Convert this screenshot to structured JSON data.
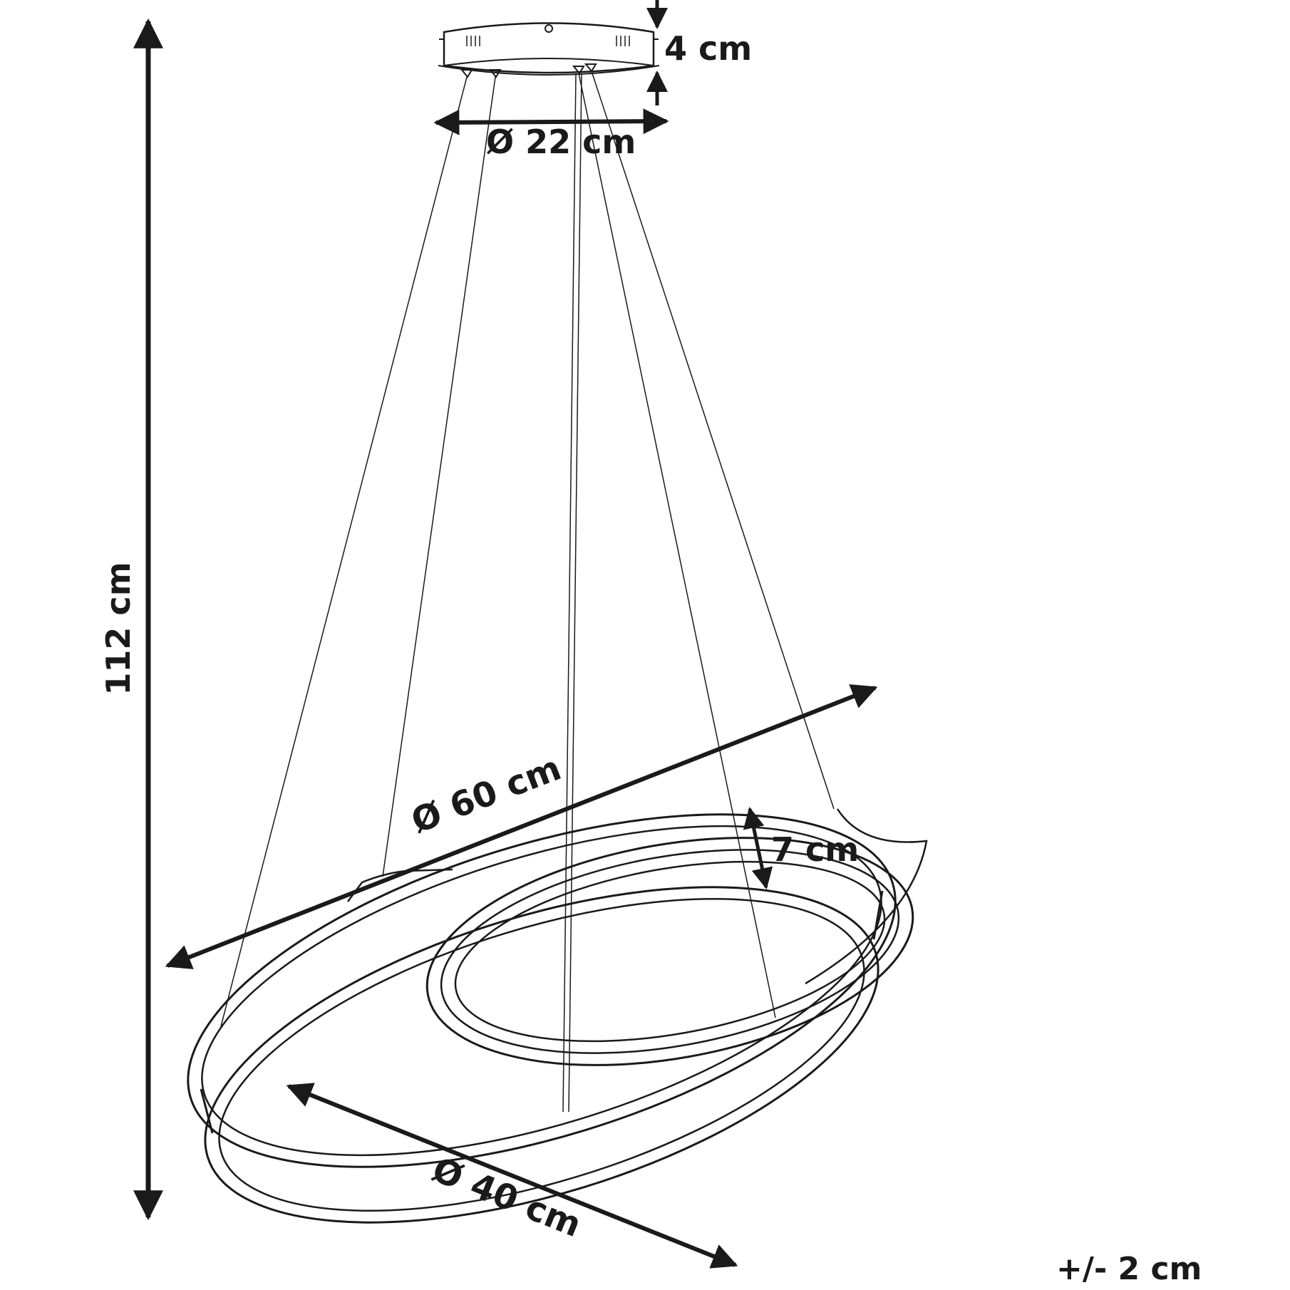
{
  "labels": {
    "height_total": "112 cm",
    "canopy_height": "4 cm",
    "canopy_diameter": "Ø 22 cm",
    "outer_ring_diameter": "Ø 60 cm",
    "ring_depth": "7 cm",
    "inner_ring_diameter": "Ø 40 cm",
    "tolerance": "+/- 2 cm"
  },
  "colors": {
    "line": "#1a1a1a",
    "background": "#ffffff"
  }
}
